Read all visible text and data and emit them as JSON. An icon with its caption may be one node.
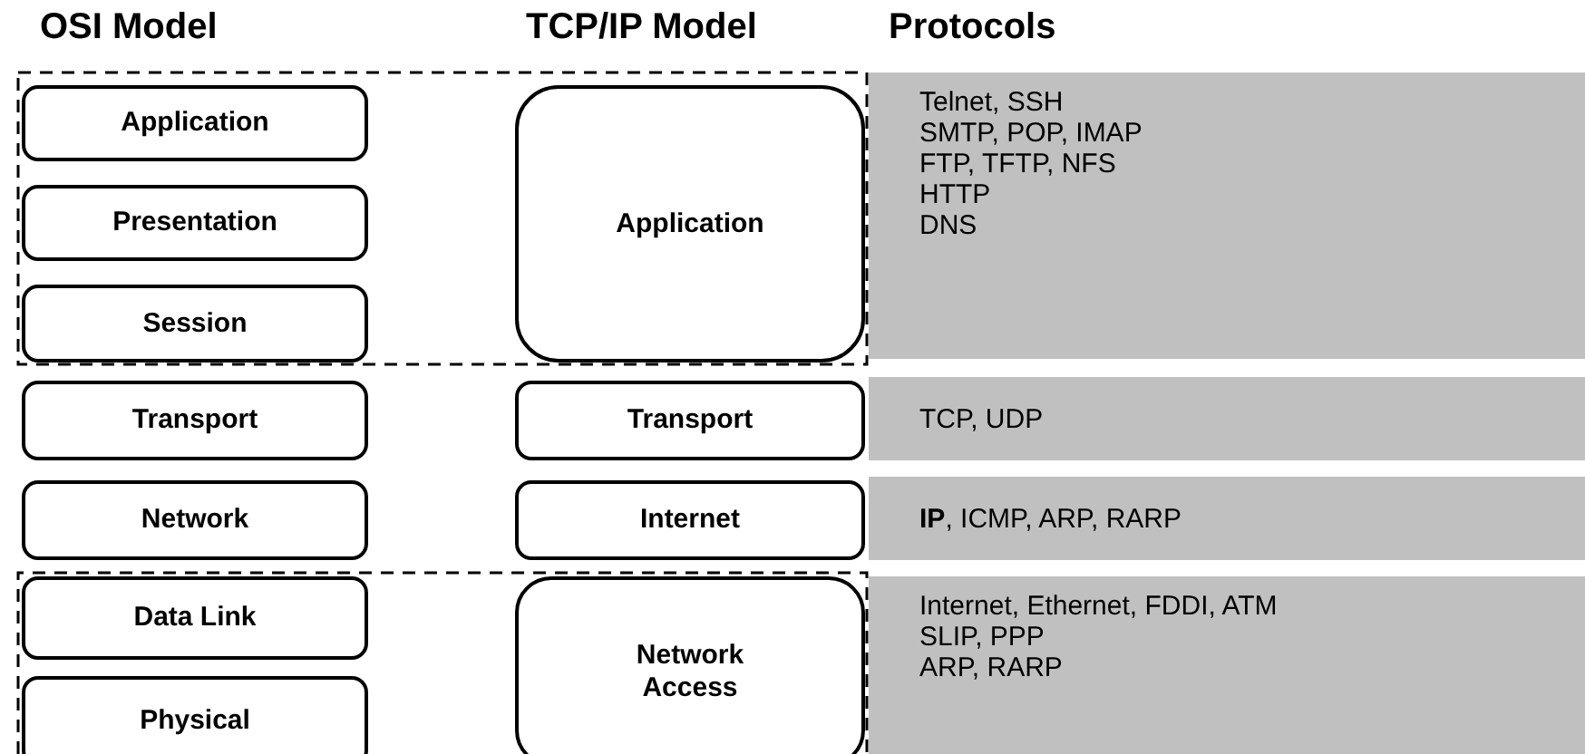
{
  "diagram": {
    "nodes": [
      {
        "text": [
          "Application"
        ]
      },
      {
        "text": [
          "Presentation"
        ]
      },
      {
        "text": [
          "Session"
        ]
      },
      {
        "text": [
          "Transport"
        ]
      },
      {
        "text": [
          "Network"
        ]
      },
      {
        "text": [
          "Data Link"
        ]
      },
      {
        "text": [
          "Physical"
        ]
      },
      {
        "text": [
          "Application"
        ]
      },
      {
        "text": [
          "Transport"
        ]
      },
      {
        "text": [
          "Internet"
        ]
      },
      {
        "text": [
          "Network Access"
        ]
      },
      {
        "text": [
          "Telnet, SSH",
          "SMTP, POP, IMAP",
          "FTP, TFTP, NFS",
          "HTTP",
          "DNS"
        ]
      },
      {
        "text": [
          "TCP, UDP"
        ]
      },
      {
        "text": [
          "**IP**, ICMP, ARP, RARP"
        ]
      },
      {
        "text": [
          "Internet, Ethernet, FDDI, ATM",
          "SLIP, PPP",
          "ARP, RARP"
        ]
      }
    ],
    "edges": [],
    "labels": [
      "OSI Model",
      "TCP/IP Model",
      "Protocols"
    ]
  }
}
